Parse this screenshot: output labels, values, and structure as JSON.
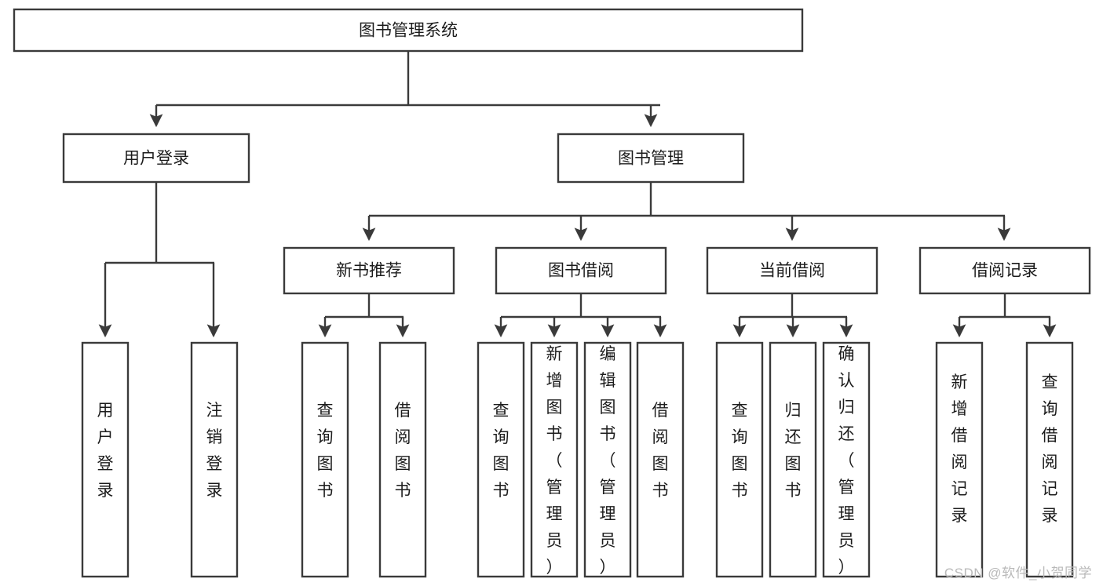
{
  "diagram": {
    "type": "tree-flowchart",
    "title": "图书管理系统",
    "watermark": "CSDN @软件_小贺同学",
    "colors": {
      "stroke": "#3a3a3a",
      "fill": "#ffffff",
      "text": "#1c1c1c",
      "watermark": "#b9b9b9"
    },
    "root": {
      "label": "图书管理系统"
    },
    "level1": [
      {
        "label": "用户登录"
      },
      {
        "label": "图书管理"
      }
    ],
    "level2": [
      {
        "label": "新书推荐"
      },
      {
        "label": "图书借阅"
      },
      {
        "label": "当前借阅"
      },
      {
        "label": "借阅记录"
      }
    ],
    "leaves": {
      "user_login": [
        {
          "label": "用户登录"
        },
        {
          "label": "注销登录"
        }
      ],
      "new_book_recommend": [
        {
          "label": "查询图书"
        },
        {
          "label": "借阅图书"
        }
      ],
      "book_borrow": [
        {
          "label": "查询图书"
        },
        {
          "label": "新增图书（管理员）"
        },
        {
          "label": "编辑图书（管理员）"
        },
        {
          "label": "借阅图书"
        }
      ],
      "current_borrow": [
        {
          "label": "查询图书"
        },
        {
          "label": "归还图书"
        },
        {
          "label": "确认归还（管理员）"
        }
      ],
      "borrow_record": [
        {
          "label": "新增借阅记录"
        },
        {
          "label": "查询借阅记录"
        }
      ]
    }
  }
}
